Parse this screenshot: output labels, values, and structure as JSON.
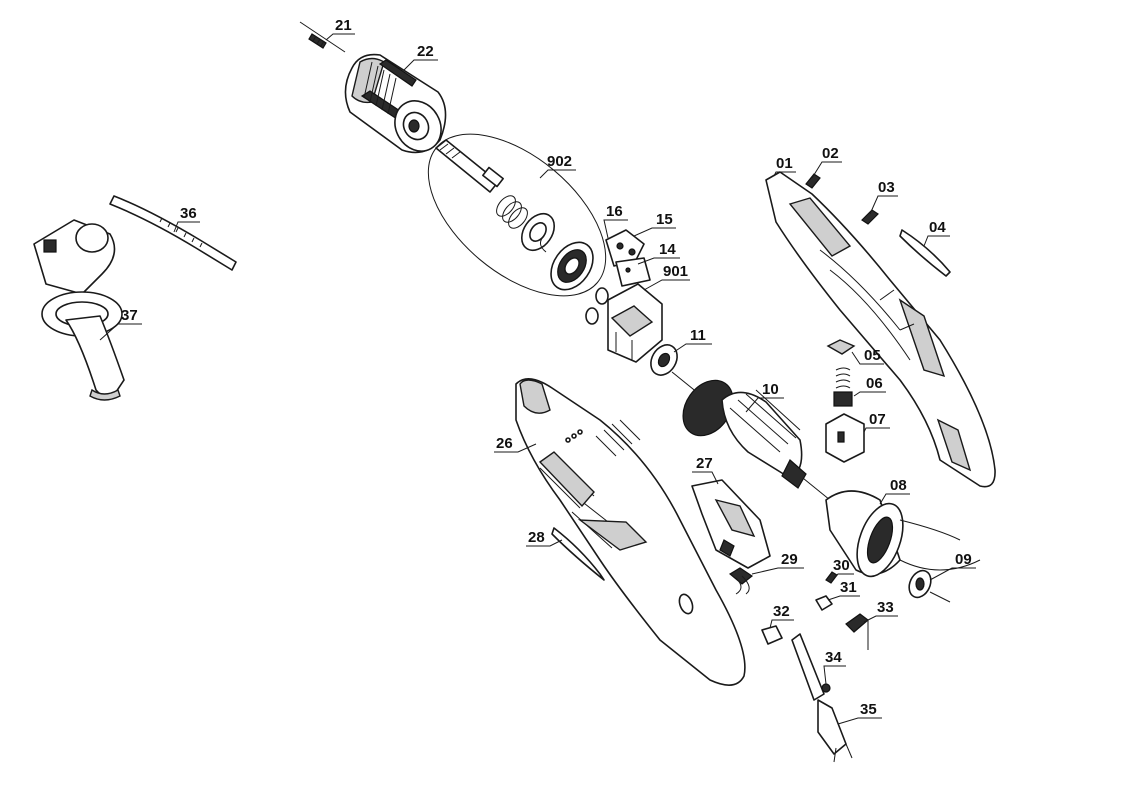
{
  "parts": [
    {
      "id": "p21",
      "label": "21"
    },
    {
      "id": "p22",
      "label": "22"
    },
    {
      "id": "p902",
      "label": "902"
    },
    {
      "id": "p16",
      "label": "16"
    },
    {
      "id": "p15",
      "label": "15"
    },
    {
      "id": "p14",
      "label": "14"
    },
    {
      "id": "p901",
      "label": "901"
    },
    {
      "id": "p11",
      "label": "11"
    },
    {
      "id": "p10",
      "label": "10"
    },
    {
      "id": "p01",
      "label": "01"
    },
    {
      "id": "p02",
      "label": "02"
    },
    {
      "id": "p03",
      "label": "03"
    },
    {
      "id": "p04",
      "label": "04"
    },
    {
      "id": "p05",
      "label": "05"
    },
    {
      "id": "p06",
      "label": "06"
    },
    {
      "id": "p07",
      "label": "07"
    },
    {
      "id": "p08",
      "label": "08"
    },
    {
      "id": "p09",
      "label": "09"
    },
    {
      "id": "p26",
      "label": "26"
    },
    {
      "id": "p27",
      "label": "27"
    },
    {
      "id": "p28",
      "label": "28"
    },
    {
      "id": "p29",
      "label": "29"
    },
    {
      "id": "p30",
      "label": "30"
    },
    {
      "id": "p31",
      "label": "31"
    },
    {
      "id": "p32",
      "label": "32"
    },
    {
      "id": "p33",
      "label": "33"
    },
    {
      "id": "p34",
      "label": "34"
    },
    {
      "id": "p35",
      "label": "35"
    },
    {
      "id": "p36",
      "label": "36"
    },
    {
      "id": "p37",
      "label": "37"
    }
  ]
}
